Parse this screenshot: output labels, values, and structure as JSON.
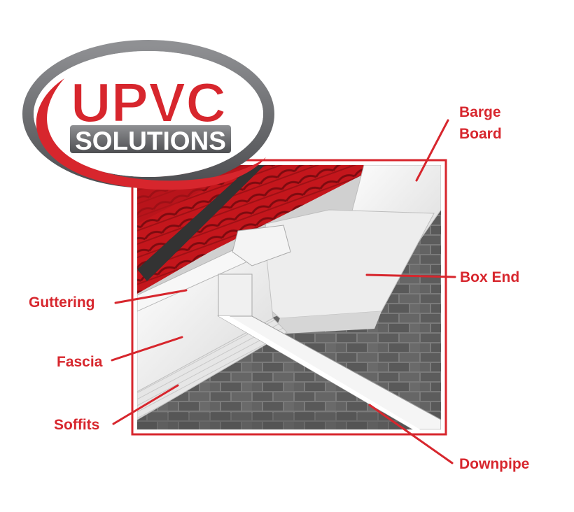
{
  "logo": {
    "line1": "UPVC",
    "line2": "SOLUTIONS"
  },
  "labels": {
    "barge_line1": "Barge",
    "barge_line2": "Board",
    "box_end": "Box End",
    "guttering": "Guttering",
    "fascia": "Fascia",
    "soffits": "Soffits",
    "downpipe": "Downpipe"
  },
  "colors": {
    "brand_red": "#d7262d",
    "brand_grey": "#6d6e71",
    "frame_red": "#d7262d",
    "tile_red": "#c4161c",
    "brick_grey": "#6a6a6a",
    "upvc_white": "#f2f2f2"
  }
}
